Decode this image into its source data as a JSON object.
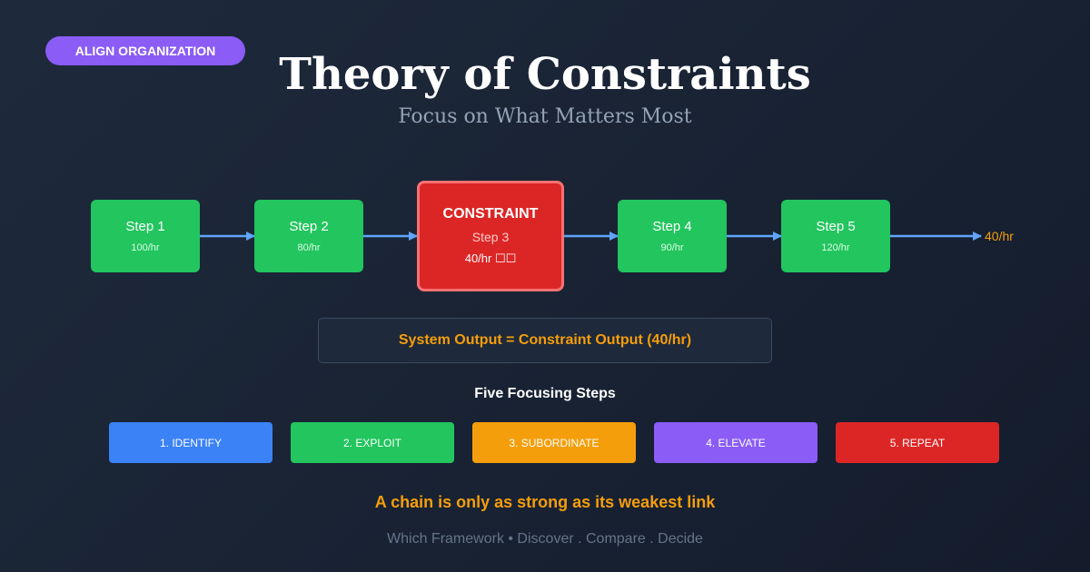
{
  "badge": "ALIGN ORGANIZATION",
  "title": "Theory of Constraints",
  "subtitle": "Focus on What Matters Most",
  "steps": [
    {
      "name": "Step 1",
      "rate": "100/hr"
    },
    {
      "name": "Step 2",
      "rate": "80/hr"
    },
    {
      "name": "Step 4",
      "rate": "90/hr"
    },
    {
      "name": "Step 5",
      "rate": "120/hr"
    }
  ],
  "constraint": {
    "head": "CONSTRAINT",
    "sub": "Step 3",
    "rate": "40/hr ☐☐"
  },
  "final_rate": "40/hr",
  "output": "System Output = Constraint Output (40/hr)",
  "focusing": {
    "title": "Five Focusing Steps",
    "items": [
      {
        "label": "1. IDENTIFY",
        "color": "#3b82f6"
      },
      {
        "label": "2. EXPLOIT",
        "color": "#22c55e"
      },
      {
        "label": "3. SUBORDINATE",
        "color": "#f59e0b"
      },
      {
        "label": "4. ELEVATE",
        "color": "#8b5cf6"
      },
      {
        "label": "5. REPEAT",
        "color": "#dc2626"
      }
    ]
  },
  "tagline": "A chain is only as strong as its weakest link",
  "footer": "Which Framework • Discover . Compare . Decide",
  "colors": {
    "arrow": "#60a5fa",
    "step": "#22c55e",
    "constraint": "#dc2626",
    "accent": "#f59e0b"
  }
}
